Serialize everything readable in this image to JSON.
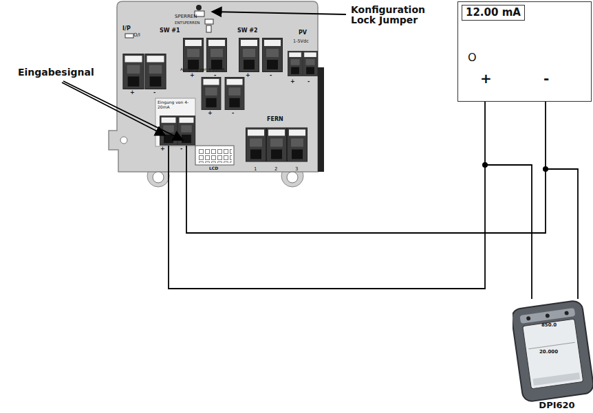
{
  "diagram": {
    "nodes": [
      {
        "text": [
          "12.00 mA",
          "O",
          "+",
          "-"
        ]
      },
      {
        "text": [
          "DPI620"
        ]
      }
    ],
    "edges": [
      {
        "from": 1,
        "to": 0,
        "arrow": "none"
      },
      {
        "from": 1,
        "to": 0,
        "arrow": "none"
      }
    ],
    "labels": [
      "Eingabesignal",
      "Konfiguration Lock Jumper",
      "SPERREN",
      "ENTSPERREN",
      "SW #1",
      "SW #2",
      "Ausgang von 4-20mA",
      "PV",
      "1-5Vdc",
      "I/P",
      "O/I",
      "Eingang von 4-20mA",
      "FERN",
      "1",
      "2",
      "3",
      "LCD",
      "+",
      "-",
      "+",
      "-",
      "+",
      "-",
      "+",
      "-",
      "+",
      "-",
      "+",
      "-",
      "850.0",
      "20.000"
    ]
  }
}
